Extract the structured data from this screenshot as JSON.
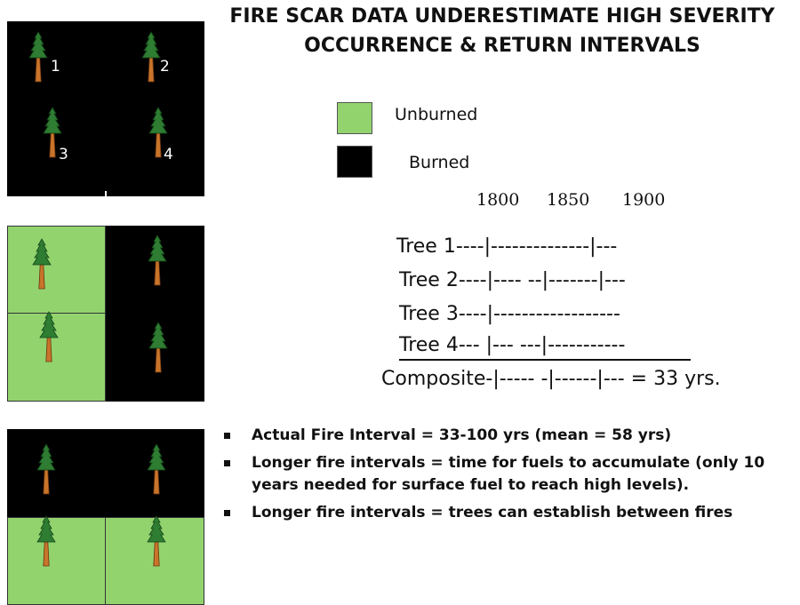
{
  "title": {
    "line1": "FIRE SCAR DATA UNDERESTIMATE HIGH SEVERITY",
    "line2": "OCCURRENCE & RETURN INTERVALS"
  },
  "colors": {
    "unburned": "#92d36e",
    "burned": "#000000",
    "tree_foliage": "#2e7d32",
    "tree_trunk": "#c8742a"
  },
  "icons": {
    "tree": "conifer-tree-icon"
  },
  "panel1": {
    "state": "all-burned",
    "tree_labels": [
      "1",
      "2",
      "3",
      "4"
    ]
  },
  "panel2": {
    "state": "left-unburned-right-burned"
  },
  "panel3": {
    "state": "top-burned-bottom-unburned"
  },
  "legend": {
    "unburned_label": "Unburned",
    "burned_label": "Burned"
  },
  "timeline": {
    "years": [
      "1800",
      "1850",
      "1900"
    ],
    "rows": [
      "Tree 1----|--------------|---",
      "Tree 2----|---- --|-------|---",
      "Tree 3----|------------------",
      "Tree 4--- |--- ---|-----------",
      "Composite-|----- -|------|---  = 33 yrs."
    ]
  },
  "bullets": [
    "Actual Fire Interval = 33-100 yrs (mean = 58 yrs)",
    "Longer fire  intervals = time for fuels to accumulate (only 10 years needed for surface fuel to reach high levels).",
    "Longer fire intervals = trees can establish between fires"
  ]
}
